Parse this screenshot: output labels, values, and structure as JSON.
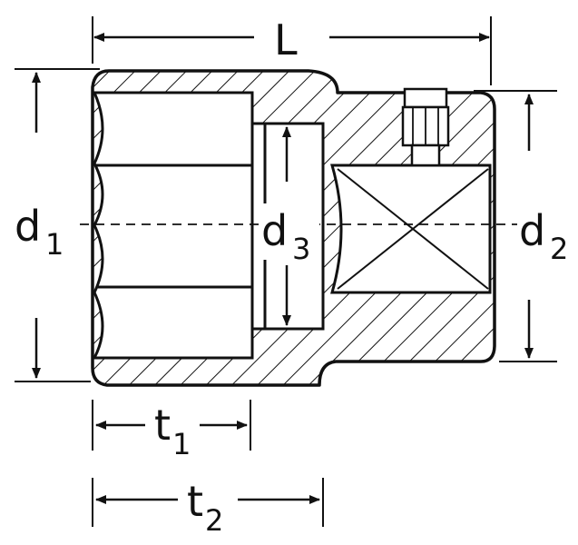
{
  "labels": {
    "L": {
      "main": "L",
      "sub": ""
    },
    "d1": {
      "main": "d",
      "sub": "1"
    },
    "d2": {
      "main": "d",
      "sub": "2"
    },
    "d3": {
      "main": "d",
      "sub": "3"
    },
    "t1": {
      "main": "t",
      "sub": "1"
    },
    "t2": {
      "main": "t",
      "sub": "2"
    }
  },
  "colors": {
    "ink": "#111111",
    "background": "#ffffff"
  }
}
